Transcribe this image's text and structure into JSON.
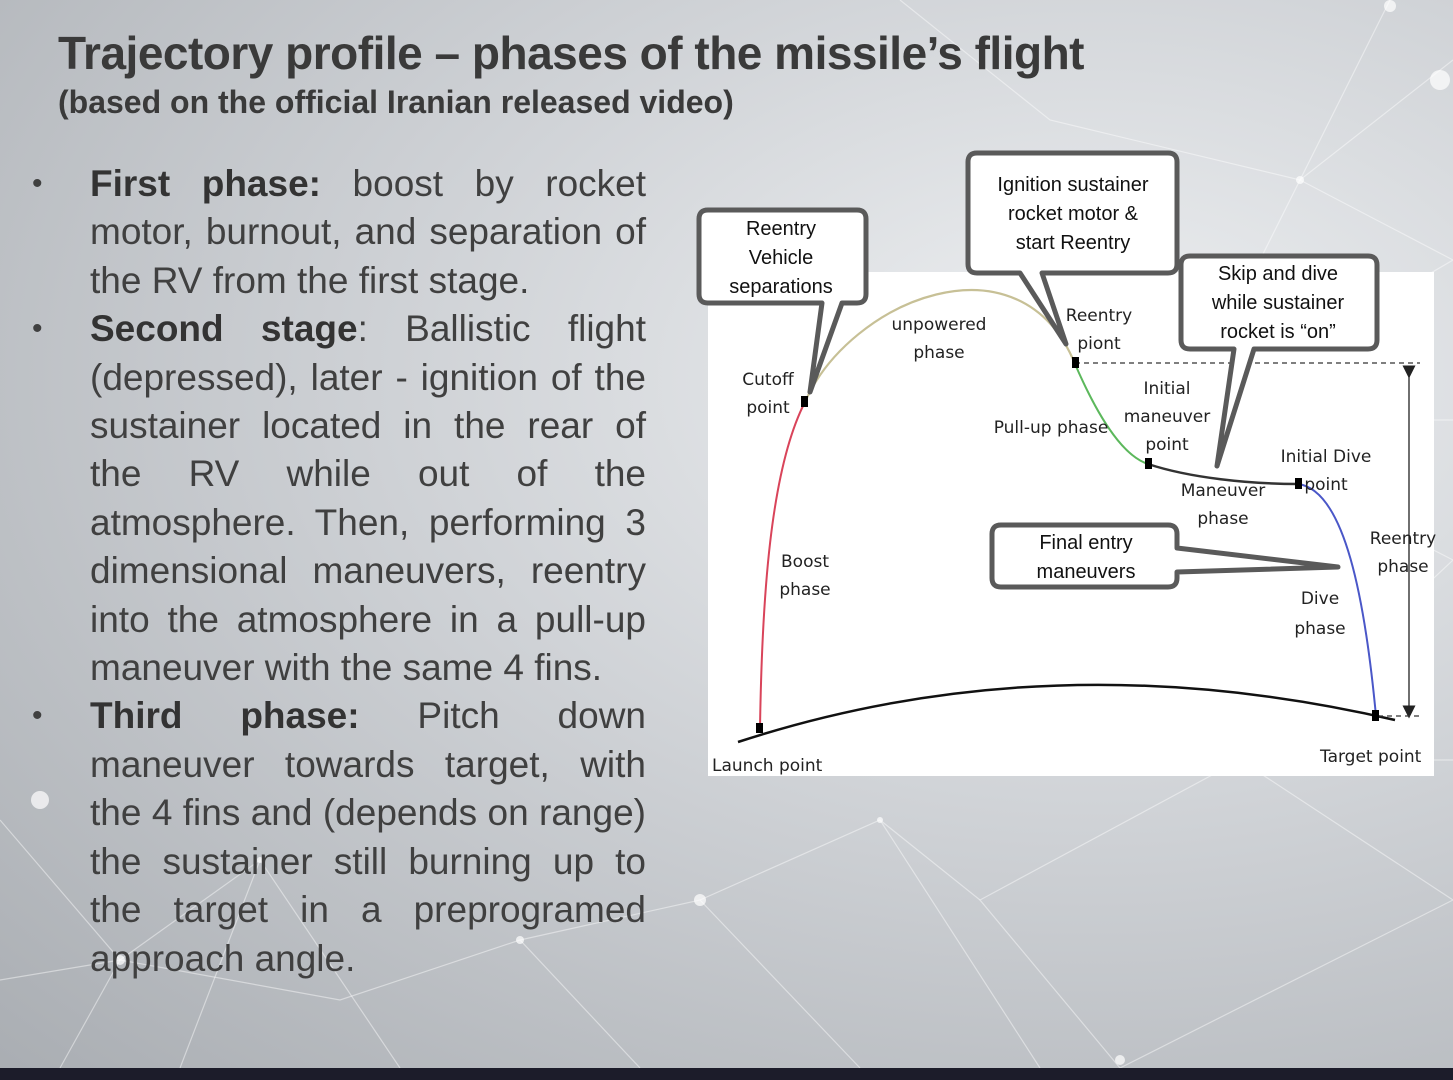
{
  "slide": {
    "title": "Trajectory profile – phases of the missile’s flight",
    "subtitle": "(based on the official Iranian released video)"
  },
  "bullets": [
    {
      "bold": "First phase:",
      "text": " boost by rocket motor, burnout, and separation of the RV from the first stage."
    },
    {
      "bold": "Second stage",
      "text": ": Ballistic flight (depressed), later - ignition of the sustainer located in the rear of the RV while out of the atmosphere. Then, performing 3 dimensional maneuvers, reentry into the atmosphere in a pull-up maneuver with the same 4 fins."
    },
    {
      "bold": "Third phase:",
      "text": " Pitch down maneuver towards target, with the 4 fins and (depends on range) the sustainer still burning up to the target in a preprogramed approach angle."
    }
  ],
  "diagram": {
    "labels": {
      "unpowered_1": "unpowered",
      "unpowered_2": "phase",
      "reentry_point_1": "Reentry",
      "reentry_point_2": "piont",
      "cutoff_1": "Cutoff",
      "cutoff_2": "point",
      "initial_maneuver_1": "Initial",
      "initial_maneuver_2": "maneuver",
      "initial_maneuver_3": "point",
      "pullup": "Pull-up phase",
      "initial_dive_1": "Initial Dive",
      "initial_dive_2": "point",
      "maneuver_phase_1": "Maneuver",
      "maneuver_phase_2": "phase",
      "reentry_phase_1": "Reentry",
      "reentry_phase_2": "phase",
      "boost_1": "Boost",
      "boost_2": "phase",
      "dive_1": "Dive",
      "dive_2": "phase",
      "launch": "Launch point",
      "target": "Target point"
    },
    "callouts": {
      "reentry_vehicle": [
        "Reentry",
        "Vehicle",
        "separations"
      ],
      "ignition": [
        "Ignition sustainer",
        "rocket motor &",
        "start Reentry"
      ],
      "skip_dive": [
        "Skip and dive",
        "while sustainer",
        "rocket is “on”"
      ],
      "final_entry": [
        "Final entry",
        "maneuvers"
      ]
    },
    "colors": {
      "boost": "#d9445a",
      "unpowered": "#c7c096",
      "pullup": "#5cb85c",
      "maneuver": "#333333",
      "dive": "#4a57c8",
      "callout_border": "#5a5a5a"
    }
  }
}
